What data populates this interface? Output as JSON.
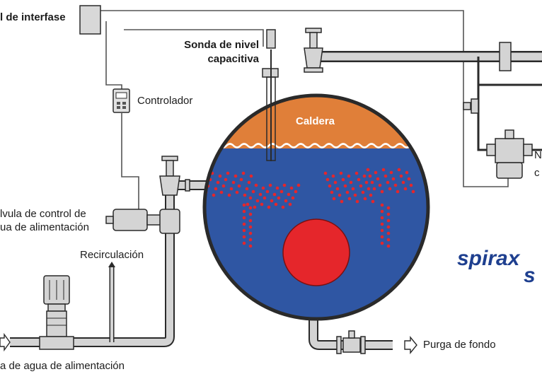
{
  "labels": {
    "interface_unit": "l de interfase",
    "level_probe_line1": "Sonda de nivel",
    "level_probe_line2": "capacitiva",
    "controller": "Controlador",
    "boiler": "Caldera",
    "control_valve_line1": "lvula de control de",
    "control_valve_line2": "ua de alimentación",
    "recirculation": "Recirculación",
    "bottom_blowdown": "Purga de fondo",
    "feed_pump": "a de agua de alimentación",
    "right_label_line1": "N",
    "right_label_line2": "c"
  },
  "brand": {
    "line1": "spirax",
    "line2": "s",
    "color": "#1e3f8f"
  },
  "colors": {
    "steam_space": "#e07f39",
    "water_space": "#2f56a3",
    "fire_tube": "#e5262b",
    "bubbles": "#e5262b",
    "pipe": "#cfcfcf",
    "outline": "#2a2a2a"
  }
}
